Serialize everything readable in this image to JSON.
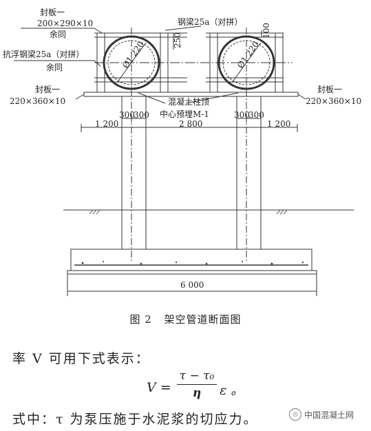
{
  "drawing": {
    "labels": {
      "top_left_plate": "封板一",
      "top_left_plate_size": "200×290×10",
      "top_left_rest_same": "余同",
      "steel_beam": "钢梁25a（对拼）",
      "dim_250": "250",
      "dim_100": "100",
      "pipe_left_dia": "Ø1 220",
      "pipe_right_dia": "Ø1 220",
      "antifloat_beam": "抗浮钢梁25a（对拼）",
      "antifloat_rest_same": "余同",
      "left_plate": "封板一",
      "left_plate_size": "220×360×10",
      "right_plate": "封板一",
      "right_plate_size": "220×360×10",
      "column_top": "混凝土柱顶",
      "embedded": "中心预埋M-1"
    },
    "dimensions": {
      "d300_a": "300",
      "d300_b": "300",
      "d300_c": "300",
      "d300_d": "300",
      "d1200_left": "1 200",
      "d2800": "2 800",
      "d1200_right": "1 200",
      "d6000": "6 000"
    }
  },
  "caption": {
    "number": "图 2",
    "title": "架空管道断面图"
  },
  "text": {
    "line1": "率 V 可用下式表示：",
    "line2": "式中：τ 为泵压施于水泥浆的切应力。"
  },
  "equation": {
    "lhs": "V =",
    "numerator": "τ − τ₀",
    "denominator": "η",
    "rhs": "ε 。"
  },
  "watermark": {
    "text": "中国混凝土网"
  }
}
